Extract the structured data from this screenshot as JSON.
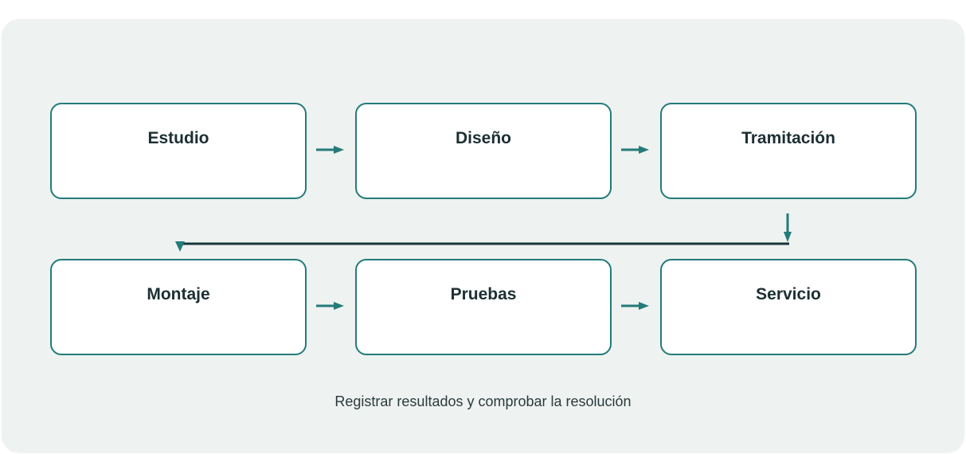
{
  "nodes": [
    {
      "label": "Estudio"
    },
    {
      "label": "Diseño"
    },
    {
      "label": "Tramitación"
    },
    {
      "label": "Montaje"
    },
    {
      "label": "Pruebas"
    },
    {
      "label": "Servicio"
    }
  ],
  "caption": "Registrar resultados y comprobar la resolución",
  "colors": {
    "accent": "#237b7a",
    "connector": "#163539",
    "text": "#1c2f33",
    "panel": "#eef2f0"
  }
}
